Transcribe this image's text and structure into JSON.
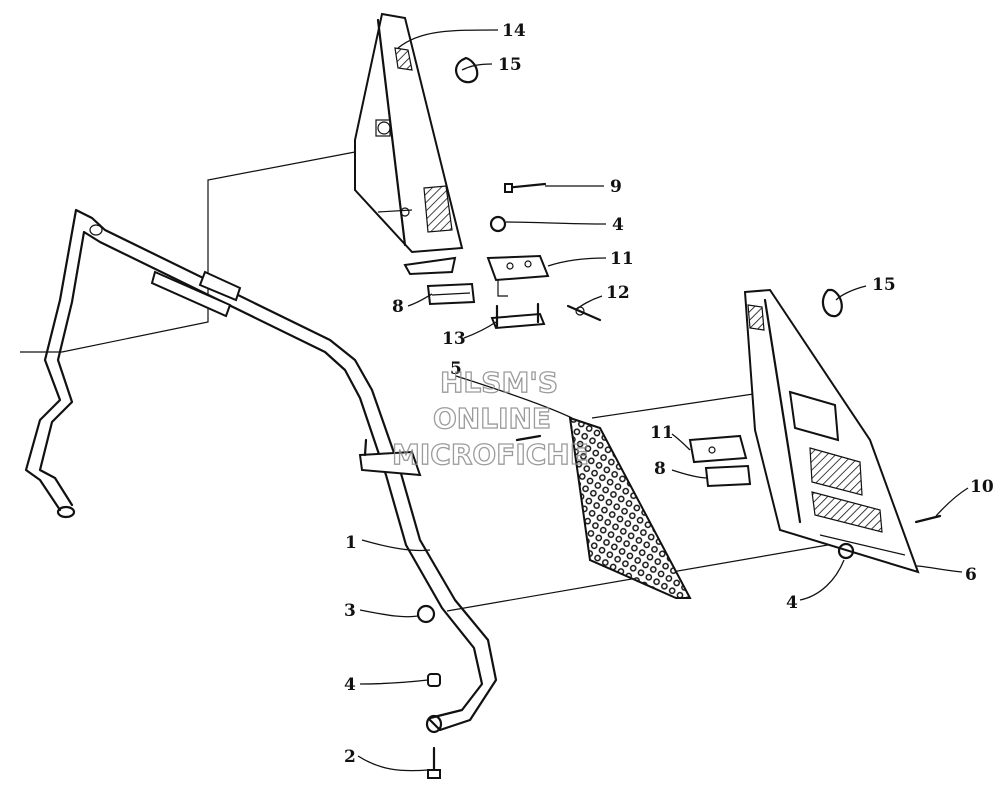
{
  "watermark": {
    "line1": "HLSM'S",
    "line2": "ONLINE",
    "line3": "MICROFICHE"
  },
  "callouts": [
    {
      "id": "c14",
      "text": "14"
    },
    {
      "id": "c15a",
      "text": "15"
    },
    {
      "id": "c9",
      "text": "9"
    },
    {
      "id": "c4a",
      "text": "4"
    },
    {
      "id": "c11a",
      "text": "11"
    },
    {
      "id": "c8a",
      "text": "8"
    },
    {
      "id": "c12",
      "text": "12"
    },
    {
      "id": "c13",
      "text": "13"
    },
    {
      "id": "c15b",
      "text": "15"
    },
    {
      "id": "c5",
      "text": "5"
    },
    {
      "id": "c11b",
      "text": "11"
    },
    {
      "id": "c8b",
      "text": "8"
    },
    {
      "id": "c10",
      "text": "10"
    },
    {
      "id": "c1",
      "text": "1"
    },
    {
      "id": "c6",
      "text": "6"
    },
    {
      "id": "c4b",
      "text": "4"
    },
    {
      "id": "c3",
      "text": "3"
    },
    {
      "id": "c4c",
      "text": "4"
    },
    {
      "id": "c2",
      "text": "2"
    }
  ]
}
